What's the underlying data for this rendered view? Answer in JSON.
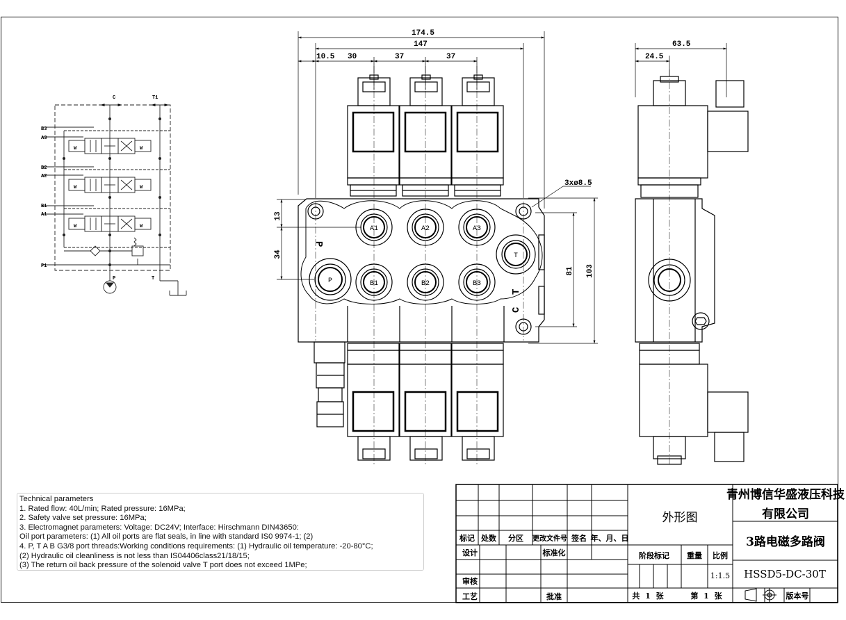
{
  "dimensions": {
    "top_overall": "174.5",
    "top_inner": "147",
    "seg1": "10.5",
    "seg2": "30",
    "seg3": "37",
    "seg4": "37",
    "side_width": "63.5",
    "side_offset": "24.5",
    "holes": "3xø8.5",
    "v13": "13",
    "v34": "34",
    "v81": "81",
    "v103": "103"
  },
  "ports": {
    "A1": "A1",
    "A2": "A2",
    "A3": "A3",
    "B1": "B1",
    "B2": "B2",
    "B3": "B3",
    "P": "P",
    "T": "T",
    "C": "C"
  },
  "schematic": {
    "C": "C",
    "T1": "T1",
    "B3": "B3",
    "A3": "A3",
    "B2": "B2",
    "A2": "A2",
    "B1": "B1",
    "A1": "A1",
    "P1": "P1",
    "P": "P",
    "T": "T",
    "W": "W"
  },
  "tech": {
    "title": "Technical parameters",
    "lines": [
      "1. Rated flow: 40L/min; Rated pressure: 16MPa;",
      "2. Safety valve set pressure: 16MPa;",
      "3. Electromagnet parameters: Voltage: DC24V; Interface: Hirschmann DIN43650:",
      "Oil port parameters: (1) All oil ports are flat seals, in line with standard IS0 9974-1; (2)",
      " 4. P, T  A B G3/8  port threads:Working conditions requirements: (1) Hydraulic oil temperature: -20-80°C;",
      "(2) Hydraulic oil cleanliness is not less than IS04406class21/18/15;",
      "(3) The return oil back pressure of the solenoid valve T port does not exceed 1MPe;"
    ]
  },
  "titleblock": {
    "company_line1": "青州博信华盛液压科技",
    "company_line2": "有限公司",
    "drawing_name": "外形图",
    "product_name": "3路电磁多路阀",
    "model": "HSSD5-DC-30T",
    "scale": "1:1.5",
    "h_mark": "标记",
    "h_count": "处数",
    "h_zone": "分区",
    "h_doc": "更改文件号",
    "h_sign": "签名",
    "h_date": "年、月、日",
    "design": "设计",
    "standard": "标准化",
    "stage": "阶段标记",
    "weight": "重量",
    "ratio": "比例",
    "check": "审核",
    "process": "工艺",
    "approve": "批准",
    "total": "共 1 张",
    "sheet": "第 1 张",
    "version": "版本号"
  }
}
